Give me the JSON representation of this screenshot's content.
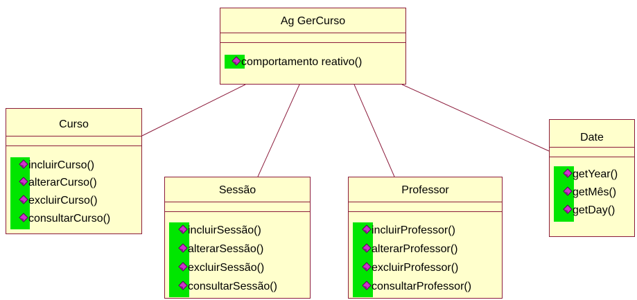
{
  "colors": {
    "box_fill": "#ffffcc",
    "box_border": "#8b1a3a",
    "connector": "#8b1a3a",
    "op_bar": "#00e600",
    "icon_fill": "#cc33cc"
  },
  "classes": [
    {
      "name": "Ag GerCurso",
      "operations": [
        "comportamento reativo()"
      ]
    },
    {
      "name": "Curso",
      "operations": [
        "incluirCurso()",
        "alterarCurso()",
        "excluirCurso()",
        "consultarCurso()"
      ]
    },
    {
      "name": "Sessão",
      "operations": [
        "incluirSessão()",
        "alterarSessão()",
        "excluirSessão()",
        "consultarSessão()"
      ]
    },
    {
      "name": "Professor",
      "operations": [
        "incluirProfessor()",
        "alterarProfessor()",
        "excluirProfessor()",
        "consultarProfessor()"
      ]
    },
    {
      "name": "Date",
      "operations": [
        "getYear()",
        "getMês()",
        "getDay()"
      ]
    }
  ],
  "associations": [
    {
      "from": "Ag GerCurso",
      "to": "Curso"
    },
    {
      "from": "Ag GerCurso",
      "to": "Sessão"
    },
    {
      "from": "Ag GerCurso",
      "to": "Professor"
    },
    {
      "from": "Ag GerCurso",
      "to": "Date"
    }
  ]
}
